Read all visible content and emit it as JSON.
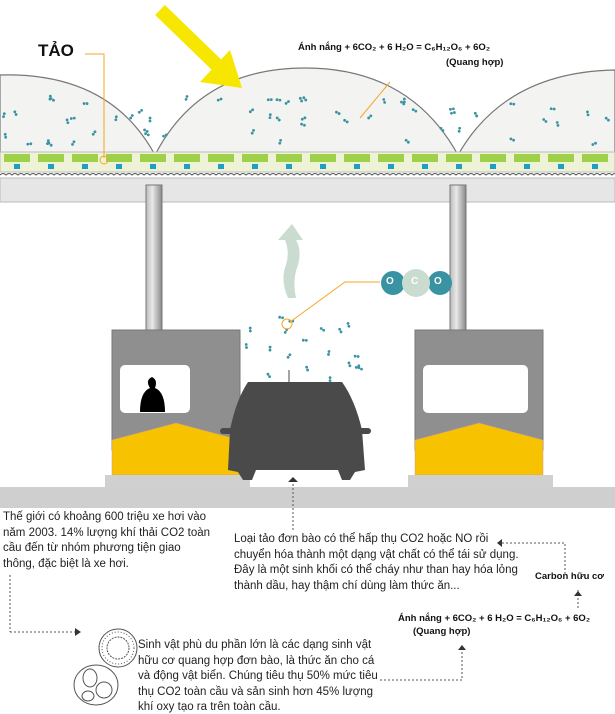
{
  "labels": {
    "algae": "TẢO",
    "equation_top": "Ánh nắng + 6CO₂ + 6 H₂O = C₆H₁₂O₆ + 6O₂",
    "equation_top_note": "(Quang hợp)",
    "molecule": [
      "O",
      "C",
      "O"
    ],
    "equation_bottom": "Ánh nắng + 6CO₂ + 6 H₂O = C₆H₁₂O₆ + 6O₂",
    "equation_bottom_note": "(Quang hợp)",
    "organic_carbon": "Carbon hữu cơ"
  },
  "paragraphs": {
    "cars": "Thế giới có khoảng 600 triệu xe hơi vào năm 2003. 14% lượng khí thải CO2 toàn cầu đến từ nhóm phương tiện giao thông, đặc biệt là xe hơi.",
    "algae": "Loại tảo đơn bào có thể hấp thụ CO2 hoặc NO rồi chuyển hóa thành một dạng vật chất có thể tái sử dụng. Đây là một sinh khối có thể cháy như than hay hóa lỏng thành dầu, hay thậm chí dùng làm thức ăn...",
    "plankton": "Sinh vật phù du phần lớn là các dạng sinh vật hữu cơ quang hợp đơn bào, là thức ăn cho cá và động vật biển. Chúng tiêu thụ 50% mức tiêu thụ CO2 toàn cầu và sản sinh hơn 45% lượng khí oxy tạo ra trên toàn cầu."
  },
  "colors": {
    "sun_arrow": "#f7e600",
    "algae_green": "#9fd04a",
    "booth_yellow": "#f7c300",
    "co2_teal": "#3a93a3",
    "leader_orange": "#f5a623",
    "car": "#4a4a4a"
  }
}
